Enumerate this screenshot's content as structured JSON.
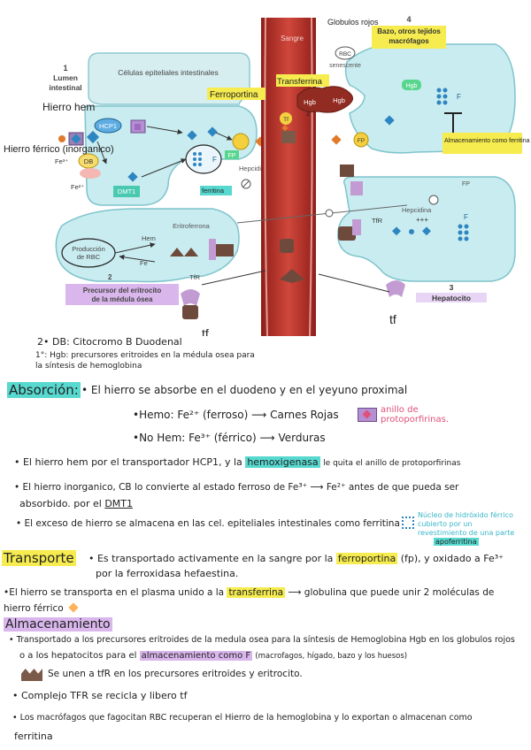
{
  "diagram": {
    "lumen_num": "1",
    "lumen_label_1": "Lumen",
    "lumen_label_2": "intestinal",
    "epithelial_title": "Células epiteliales intestinales",
    "hcp1": "HCP1",
    "db": "DB",
    "dmt1": "DMT1",
    "fe3_top": "Fe³⁺",
    "fe2": "Fe²⁺",
    "F": "F",
    "FP": "FP",
    "hepcidina": "Hepcidina",
    "sangre": "Sangre",
    "tf": "Tf",
    "hgb": "Hgb",
    "rbc": "RBC",
    "senescente": "senescente",
    "spleen_num": "4",
    "spleen_title_1": "Bazo, otros tejidos",
    "spleen_title_2": "macrófagos",
    "eritroferrona": "Eritroferrona",
    "produccion_1": "Producción",
    "produccion_2": "de RBC",
    "hem": "Hem",
    "fe": "Fe",
    "tfr": "TfR",
    "precursor_num": "2",
    "precursor_1": "Precursor del eritrocito",
    "precursor_2": "de la médula ósea",
    "hepatocito_num": "3",
    "hepatocito": "Hepatocito",
    "plus": "+++"
  },
  "handwritten": {
    "hierro_hem": "Hierro hem",
    "hierro_ferrico": "Hierro férrico (inorganico)",
    "ferroportina": "Ferroportina",
    "transferrina": "Transferrina",
    "globulos_rojos": "Globulos rojos",
    "ferritina_tag": "ferritina",
    "almacenamiento_ferritina": "Almacenamiento como ferritina",
    "tf_bottom_left": "tf",
    "tf_bottom_right": "tf",
    "n2": "2"
  },
  "notes": {
    "db_note": "2• DB: Citocromo B Duodenal",
    "hgb_note": "1°: Hgb: precursores eritroides en la médula osea para la síntesis de hemoglobina",
    "absorcion_title": "Absorción:",
    "absorcion_main": "• El hierro se absorbe en el duodeno y en el yeyuno proximal",
    "hemo": "•Hemo: Fe²⁺ (ferroso) ⟶ Carnes Rojas",
    "anillo": "anillo de protoporfirinas.",
    "nohem": "•No Hem: Fe³⁺ (férrico) ⟶ Verduras",
    "b1_pre": "• El hierro hem por el transportador HCP1, y la",
    "b1_hl": "hemoxigenasa",
    "b1_post": "le quita el anillo de protoporfirinas",
    "b2_a": "• El hierro inorganico, CB lo convierte al estado ferroso de Fe³⁺ ⟶ Fe²⁺ antes de que pueda ser",
    "b2_b": "absorbido. por el",
    "b2_dmt": "DMT1",
    "b3": "• El exceso de hierro se almacena en las cel. epiteliales intestinales como ferritina",
    "nucleo": "Núcleo de hidróxido férrico cubierto por un revestimiento de una parte",
    "apoferritina": "apoferritina",
    "transporte_title": "Transporte",
    "t1_pre": "• Es transportado activamente en la sangre por la",
    "t1_hl": "ferroportina",
    "t1_post": "(fp), y oxidado a Fe³⁺",
    "t1_b": "por la ferroxidasa hefaestina.",
    "t2_pre": "•El hierro se transporta en el plasma unido a la",
    "t2_hl": "transferrina",
    "t2_post": "⟶ globulina que puede unir 2 moléculas de",
    "t2_b": "hierro férrico",
    "alm_title": "Almacenamiento",
    "a1": "• Transportado a los precursores eritroides de la medula osea para la síntesis de Hemoglobina Hgb en los globulos rojos",
    "a1_b_pre": "o a los hepatocitos para el",
    "a1_b_hl": "almacenamiento como F",
    "a1_b_post": "(macrofagos, hígado, bazo y los huesos)",
    "a2": "Se unen a tfR en los precursores eritroides y eritrocito.",
    "a3": "• Complejo TFR se recicla y libero tf",
    "a4": "• Los macrófagos que fagocitan RBC recuperan el Hierro de la hemoglobina y lo exportan o almacenan como",
    "a4_b": "ferritina"
  },
  "colors": {
    "cell": "#c9ecf0",
    "cell_stroke": "#7fc4cc",
    "vessel": "#c0392b",
    "highlight_yellow": "#f6ec4f",
    "highlight_teal": "#57d9d0",
    "highlight_purple": "#d9b6ec"
  }
}
